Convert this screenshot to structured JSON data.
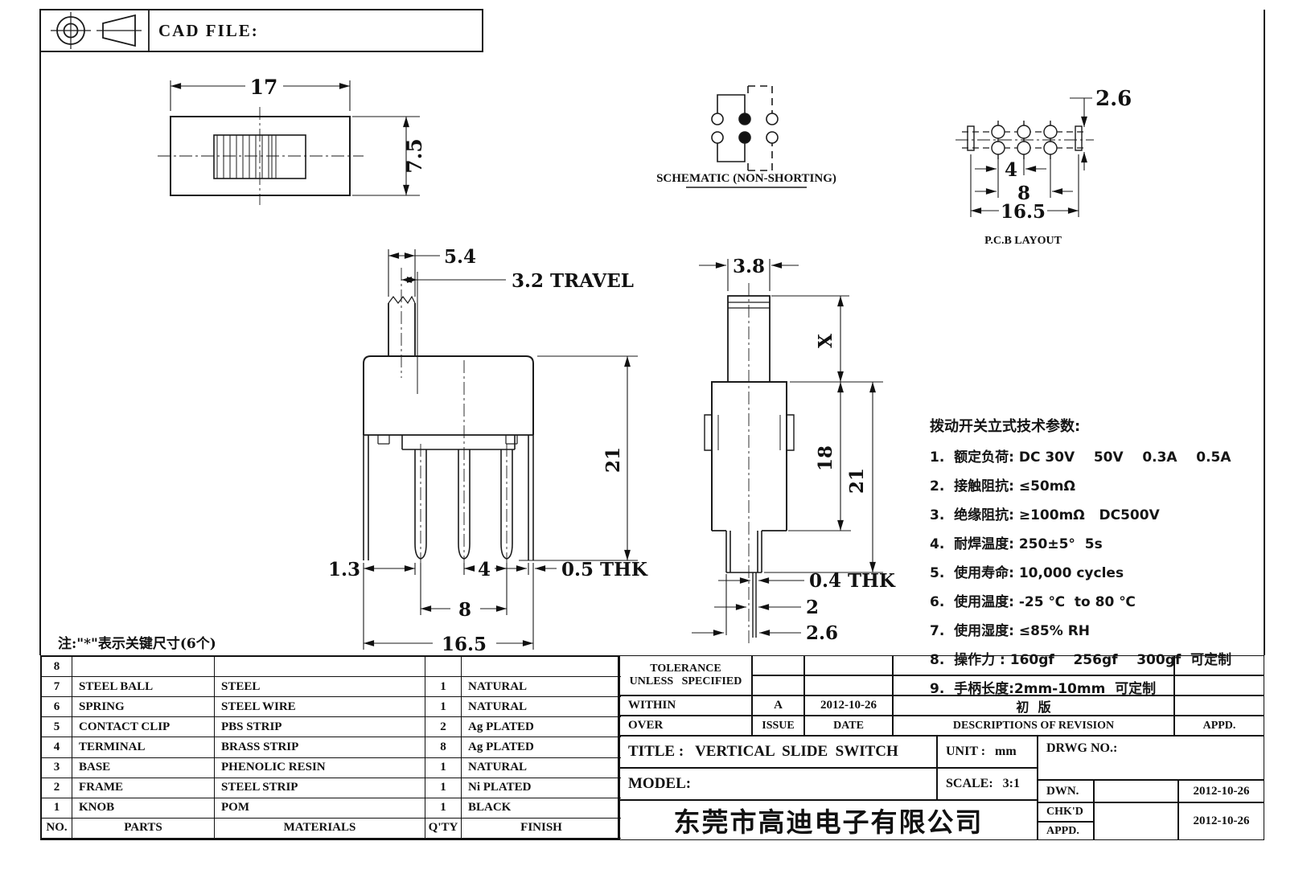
{
  "header": {
    "cad_file": "CAD FILE:"
  },
  "drawing": {
    "top_view": {
      "width": "17",
      "height": "7.5"
    },
    "schematic": {
      "caption": "SCHEMATIC (NON-SHORTING)"
    },
    "pcb_layout": {
      "caption": "P.C.B LAYOUT",
      "row_pitch": "2.6",
      "pin_pitch": "4",
      "outer_pin_span": "8",
      "overall_width": "16.5"
    },
    "front_view": {
      "knob_width": "5.4",
      "travel": "3.2 TRAVEL",
      "height": "21",
      "left_offset": "1.3",
      "pin_pitch": "4",
      "outer_pin_span": "8",
      "overall_width": "16.5",
      "frame_thickness": "0.5 THK"
    },
    "side_view": {
      "knob_width": "3.8",
      "knob_height": "X",
      "body_height": "18",
      "total_height": "21",
      "pin_thickness": "0.4 THK",
      "pin_offset": "2",
      "pin_span": "2.6"
    }
  },
  "specs": {
    "title": "拨动开关立式技术参数:",
    "items": [
      "1.  额定负荷: DC 30V    50V    0.3A    0.5A",
      "2.  接触阻抗: ≤50mΩ",
      "3.  绝缘阻抗: ≥100mΩ   DC500V",
      "4.  耐焊温度: 250±5°  5s",
      "5.  使用寿命: 10,000 cycles",
      "6.  使用温度: -25 ℃  to 80 ℃",
      "7.  使用湿度: ≤85% RH",
      "8.  操作力 : 160gf    256gf    300gf  可定制",
      "9.  手柄长度:2mm-10mm  可定制"
    ]
  },
  "note": "注:\"*\"表示关键尺寸(6个)",
  "parts_table": {
    "headers": {
      "no": "NO.",
      "parts": "PARTS",
      "materials": "MATERIALS",
      "qty": "Q'TY",
      "finish": "FINISH"
    },
    "rows": [
      {
        "no": "8",
        "parts": "",
        "materials": "",
        "qty": "",
        "finish": ""
      },
      {
        "no": "7",
        "parts": "STEEL BALL",
        "materials": "STEEL",
        "qty": "1",
        "finish": "NATURAL"
      },
      {
        "no": "6",
        "parts": "SPRING",
        "materials": "STEEL WIRE",
        "qty": "1",
        "finish": "NATURAL"
      },
      {
        "no": "5",
        "parts": "CONTACT CLIP",
        "materials": "PBS STRIP",
        "qty": "2",
        "finish": "Ag PLATED"
      },
      {
        "no": "4",
        "parts": "TERMINAL",
        "materials": "BRASS STRIP",
        "qty": "8",
        "finish": "Ag PLATED"
      },
      {
        "no": "3",
        "parts": "BASE",
        "materials": "PHENOLIC RESIN",
        "qty": "1",
        "finish": "NATURAL"
      },
      {
        "no": "2",
        "parts": "FRAME",
        "materials": "STEEL STRIP",
        "qty": "1",
        "finish": "Ni PLATED"
      },
      {
        "no": "1",
        "parts": "KNOB",
        "materials": "POM",
        "qty": "1",
        "finish": "BLACK"
      }
    ]
  },
  "title_block": {
    "tolerance_line1": "TOLERANCE",
    "tolerance_line2": "UNLESS   SPECIFIED",
    "within": "WITHIN",
    "over": "OVER",
    "rev_letter": "A",
    "rev_date": "2012-10-26",
    "rev_desc": "初  版",
    "issue": "ISSUE",
    "date": "DATE",
    "descriptions": "DESCRIPTIONS OF REVISION",
    "appd_col": "APPD.",
    "title": "TITLE :   VERTICAL  SLIDE  SWITCH",
    "unit": "UNIT :   mm",
    "drwg_no": "DRWG NO.:",
    "model": "MODEL:",
    "scale": "SCALE:   3:1",
    "dwn": "DWN.",
    "dwn_date": "2012-10-26",
    "chkd": "CHK'D",
    "appd": "APPD.",
    "chk_date": "2012-10-26",
    "company": "东莞市高迪电子有限公司"
  }
}
